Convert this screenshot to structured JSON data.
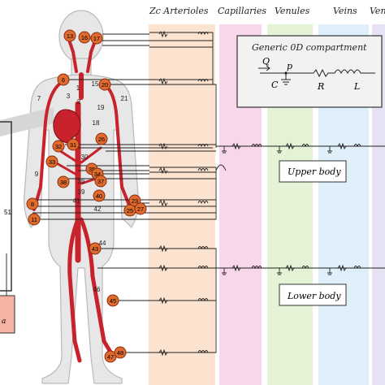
{
  "columns": [
    {
      "label": "Zc Arterioles",
      "color": "#fbe3cf"
    },
    {
      "label": "Capillaries",
      "color": "#f9d7ea"
    },
    {
      "label": "Venules",
      "color": "#e4f3d6"
    },
    {
      "label": "Veins",
      "color": "#dff0fb"
    },
    {
      "label": "Ven",
      "color": "#e6e1f3"
    }
  ],
  "compartment": {
    "title": "Generic 0D compartment",
    "q": "Q",
    "p": "p",
    "c": "C",
    "r": "R",
    "l": "L"
  },
  "labels": {
    "upper_body": "Upper body",
    "lower_body": "Lower body",
    "left_mid": "51",
    "left_bottom": "a"
  },
  "vessel_nodes": [
    "13",
    "16",
    "17",
    "6",
    "20",
    "26",
    "32",
    "31",
    "33",
    "35",
    "34",
    "37",
    "38",
    "40",
    "8",
    "23",
    "25",
    "27",
    "11",
    "43",
    "45",
    "47",
    "48"
  ],
  "plain_numbers": [
    "7",
    "1",
    "15",
    "3",
    "2",
    "19",
    "21",
    "18",
    "30",
    "36",
    "39",
    "41",
    "42",
    "9",
    "44",
    "46"
  ],
  "colors": {
    "artery": "#c8232c",
    "node_fill": "#e06b2e",
    "node_stroke": "#8a2c0d",
    "body": "#e7e7e7",
    "body_outline": "#b9b9b9",
    "wire": "#222222"
  }
}
